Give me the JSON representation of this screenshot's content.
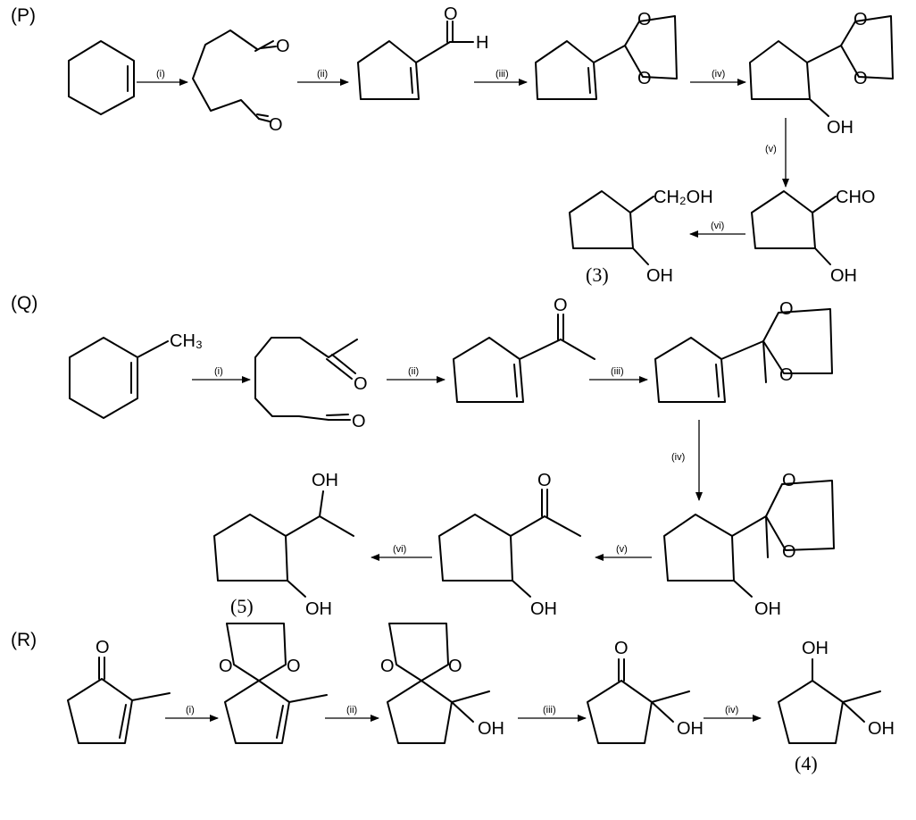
{
  "scheme_P": {
    "label": "(P)",
    "steps": [
      "(i)",
      "(ii)",
      "(iii)",
      "(iv)",
      "(v)",
      "(vi)"
    ],
    "atoms": {
      "o1": "O",
      "o2": "O",
      "ald_o": "O",
      "ald_h": "H",
      "diox_o": "O",
      "oh1": "OH",
      "oh2": "OH",
      "cho": "CHO",
      "ch2oh": "CH₂OH",
      "oh3": "OH"
    },
    "product_label": "(3)"
  },
  "scheme_Q": {
    "label": "(Q)",
    "steps": [
      "(i)",
      "(ii)",
      "(iii)",
      "(iv)",
      "(v)",
      "(vi)"
    ],
    "atoms": {
      "ch3": "CH₃",
      "o1": "O",
      "o2": "O",
      "ket_o": "O",
      "diox_o": "O",
      "oh1": "OH",
      "oh2": "OH",
      "oh3": "OH",
      "oh_top": "OH"
    },
    "product_label": "(5)"
  },
  "scheme_R": {
    "label": "(R)",
    "steps": [
      "(i)",
      "(ii)",
      "(iii)",
      "(iv)"
    ],
    "atoms": {
      "ket_o": "O",
      "ket_o2": "O",
      "diox_o": "O",
      "oh1": "OH",
      "oh2": "OH",
      "oh3": "OH",
      "oh_top": "OH"
    },
    "product_label": "(4)"
  }
}
